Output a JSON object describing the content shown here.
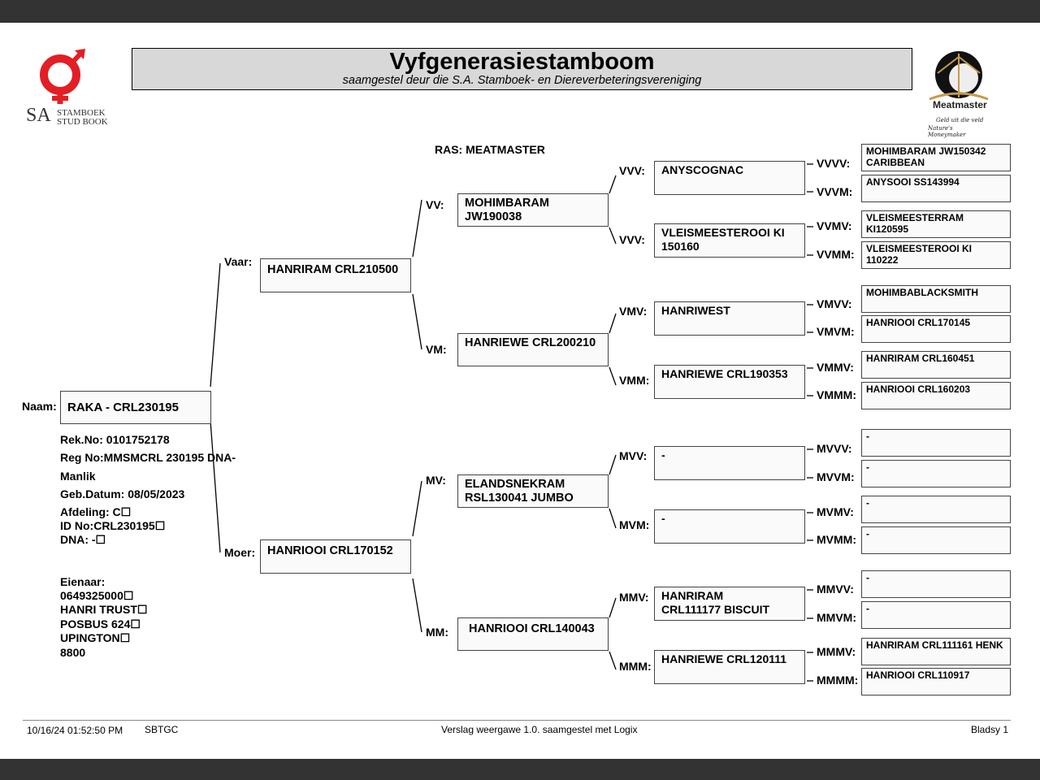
{
  "header": {
    "title": "Vyfgenerasiestamboom",
    "subtitle": "saamgestel deur die S.A. Stamboek- en Diereverbeteringsvereniging",
    "breed": "RAS: MEATMASTER"
  },
  "logos": {
    "sa_stamboek": {
      "line1": "SA",
      "line2": "STAMBOEK",
      "line3": "STUD BOOK",
      "color": "#e31e24"
    },
    "meatmaster": {
      "name": "Meatmaster",
      "tagline1": "Geld uit die veld",
      "tagline2": "Nature's Moneymaker"
    }
  },
  "animal": {
    "label": "Naam:",
    "name": "RAKA - CRL230195",
    "rek_no": "Rek.No: 0101752178",
    "reg_no": "Reg No:MMSMCRL 230195 DNA-",
    "sex": "Manlik",
    "birth": "Geb.Datum: 08/05/2023",
    "section": "Afdeling: C☐",
    "id_no": "ID No:CRL230195☐",
    "dna": "DNA: -☐",
    "owner_label": "Eienaar:",
    "owner_phone": "0649325000☐",
    "owner_name": "HANRI TRUST☐",
    "owner_box": "POSBUS 624☐",
    "owner_town": "UPINGTON☐",
    "owner_code": "8800"
  },
  "parents": {
    "sire": {
      "label": "Vaar:",
      "name": "HANRIRAM CRL210500"
    },
    "dam": {
      "label": "Moer:",
      "name": "HANRIOOI CRL170152"
    }
  },
  "grandparents": [
    {
      "label": "VV:",
      "l1": "MOHIMBARAM",
      "l2": "JW190038"
    },
    {
      "label": "VM:",
      "l1": "HANRIEWE CRL200210",
      "l2": ""
    },
    {
      "label": "MV:",
      "l1": "ELANDSNEKRAM",
      "l2": "RSL130041 JUMBO"
    },
    {
      "label": "MM:",
      "l1": "HANRIOOI CRL140043",
      "l2": ""
    }
  ],
  "great_grandparents": [
    {
      "label": "VVV:",
      "l1": "ANYSCOGNAC",
      "l2": ""
    },
    {
      "label": "VVV:",
      "l1": "VLEISMEESTEROOI KI",
      "l2": "150160"
    },
    {
      "label": "VMV:",
      "l1": "HANRIWEST",
      "l2": ""
    },
    {
      "label": "VMM:",
      "l1": "HANRIEWE CRL190353",
      "l2": ""
    },
    {
      "label": "MVV:",
      "l1": "-",
      "l2": ""
    },
    {
      "label": "MVM:",
      "l1": "-",
      "l2": ""
    },
    {
      "label": "MMV:",
      "l1": "HANRIRAM",
      "l2": "CRL111177 BISCUIT"
    },
    {
      "label": "MMM:",
      "l1": "HANRIEWE CRL120111",
      "l2": ""
    }
  ],
  "great_great_grandparents": [
    {
      "label": "VVVV:",
      "l1": "MOHIMBARAM JW150342",
      "l2": "CARIBBEAN"
    },
    {
      "label": "VVVM:",
      "l1": "ANYSOOI SS143994",
      "l2": ""
    },
    {
      "label": "VVMV:",
      "l1": "VLEISMEESTERRAM",
      "l2": "KI120595"
    },
    {
      "label": "VVMM:",
      "l1": "VLEISMEESTEROOI KI 110222",
      "l2": ""
    },
    {
      "label": "VMVV:",
      "l1": "MOHIMBABLACKSMITH",
      "l2": ""
    },
    {
      "label": "VMVM:",
      "l1": "HANRIOOI CRL170145",
      "l2": ""
    },
    {
      "label": "VMMV:",
      "l1": "HANRIRAM CRL160451",
      "l2": ""
    },
    {
      "label": "VMMM:",
      "l1": "HANRIOOI CRL160203",
      "l2": ""
    },
    {
      "label": "MVVV:",
      "l1": "-",
      "l2": ""
    },
    {
      "label": "MVVM:",
      "l1": "-",
      "l2": ""
    },
    {
      "label": "MVMV:",
      "l1": "-",
      "l2": ""
    },
    {
      "label": "MVMM:",
      "l1": "-",
      "l2": ""
    },
    {
      "label": "MMVV:",
      "l1": "-",
      "l2": ""
    },
    {
      "label": "MMVM:",
      "l1": "-",
      "l2": ""
    },
    {
      "label": "MMMV:",
      "l1": "HANRIRAM CRL111161 HENK",
      "l2": ""
    },
    {
      "label": "MMMM:",
      "l1": "HANRIOOI CRL110917",
      "l2": ""
    }
  ],
  "footer": {
    "timestamp": "10/16/24 01:52:50 PM",
    "code": "SBTGC",
    "version": "Verslag weergawe 1.0. saamgestel met Logix",
    "page": "Bladsy 1"
  }
}
